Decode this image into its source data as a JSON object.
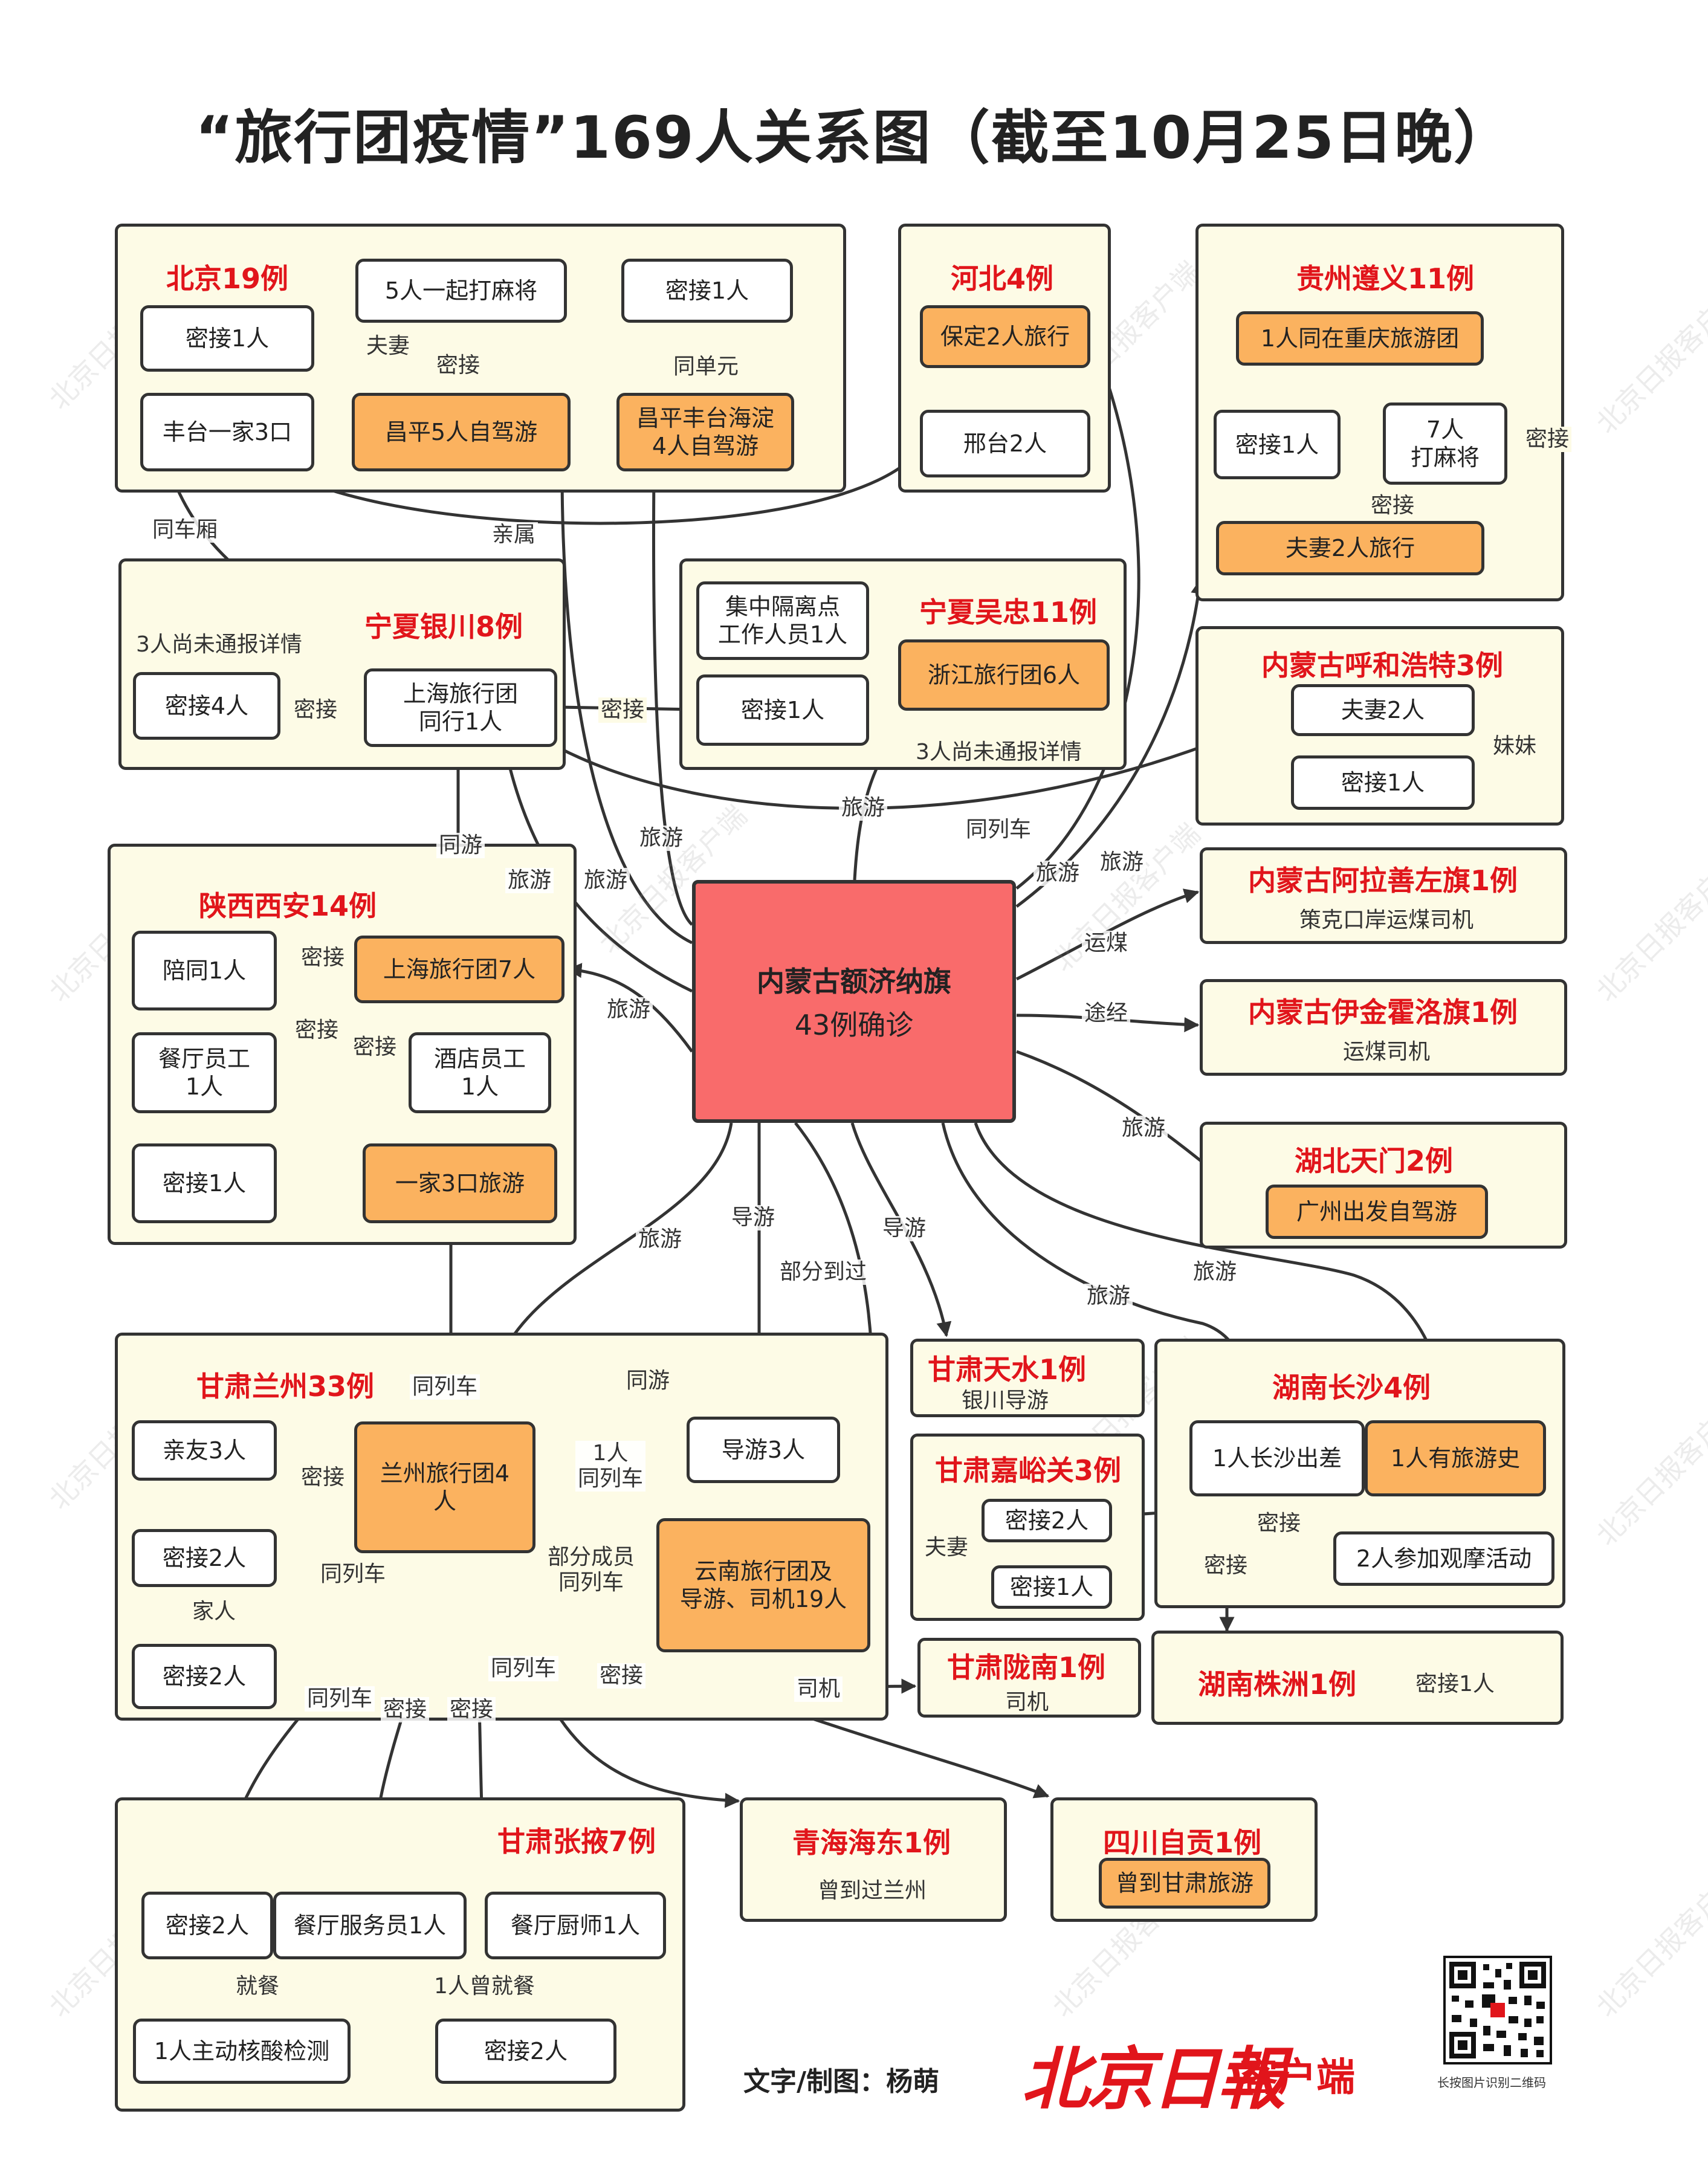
{
  "title": "“旅行团疫情”169人关系图（截至10月25日晚）",
  "center": {
    "line1": "内蒙古额济纳旗",
    "line2": "43例确诊"
  },
  "regions": {
    "beijing": "北京19例",
    "hebei": "河北4例",
    "guizhou": "贵州遵义11例",
    "yinchuan": "宁夏银川8例",
    "wuzhong": "宁夏吴忠11例",
    "hohhot": "内蒙古呼和浩特3例",
    "alxa": "内蒙古阿拉善左旗1例",
    "ejin_horo": "内蒙古伊金霍洛旗1例",
    "xian": "陕西西安14例",
    "tianmen": "湖北天门2例",
    "lanzhou": "甘肃兰州33例",
    "tianshui": "甘肃天水1例",
    "jiayuguan": "甘肃嘉峪关3例",
    "changsha": "湖南长沙4例",
    "longnan": "甘肃陇南1例",
    "zhuzhou": "湖南株洲1例",
    "zhangye": "甘肃张掖7例",
    "haidong": "青海海东1例",
    "zigong": "四川自贡1例"
  },
  "nodes": {
    "bj_close1": "密接1人",
    "bj_mahjong": "5人一起打麻将",
    "bj_close2": "密接1人",
    "bj_fengtai": "丰台一家3口",
    "bj_changping5": "昌平5人自驾游",
    "bj_cp4": "昌平丰台海淀\n4人自驾游",
    "hb_baoding": "保定2人旅行",
    "hb_xingtai": "邢台2人",
    "gz_tour": "1人同在重庆旅游团",
    "gz_close": "密接1人",
    "gz_mahjong": "7人\n打麻将",
    "gz_couple": "夫妻2人旅行",
    "yc_close4": "密接4人",
    "yc_shanghai": "上海旅行团\n同行1人",
    "wz_quarantine": "集中隔离点\n工作人员1人",
    "wz_close": "密接1人",
    "wz_zhejiang": "浙江旅行团6人",
    "hh_couple": "夫妻2人",
    "hh_close": "密接1人",
    "alxa_sub": "策克口岸运煤司机",
    "ejh_sub": "运煤司机",
    "xa_companion": "陪同1人",
    "xa_shanghai7": "上海旅行团7人",
    "xa_restaurant": "餐厅员工\n1人",
    "xa_hotel": "酒店员工\n1人",
    "xa_close": "密接1人",
    "xa_family": "一家3口旅游",
    "tm_guangzhou": "广州出发自驾游",
    "lz_relatives": "亲友3人",
    "lz_tour4": "兰州旅行团4\n人",
    "lz_guide3": "导游3人",
    "lz_close2a": "密接2人",
    "lz_close2b": "密接2人",
    "lz_yunnan": "云南旅行团及\n导游、司机19人",
    "ts_sub": "银川导游",
    "jyg_close2": "密接2人",
    "jyg_close1": "密接1人",
    "cs_business": "1人长沙出差",
    "cs_travel": "1人有旅游史",
    "cs_observe": "2人参加观摩活动",
    "ln_sub": "司机",
    "zz_close": "密接1人",
    "zy_close2": "密接2人",
    "zy_waiter": "餐厅服务员1人",
    "zy_chef": "餐厅厨师1人",
    "zy_test": "1人主动核酸检测",
    "zy_close2b": "密接2人",
    "hd_sub": "曾到过兰州",
    "zg_sub": "曾到甘肃旅游"
  },
  "edge_labels": {
    "spouse": "夫妻",
    "contact": "密接",
    "same_unit": "同单元",
    "same_carriage": "同车厢",
    "relatives": "亲属",
    "travel": "旅游",
    "same_train": "同列车",
    "companion": "同游",
    "coal": "运煤",
    "via": "途经",
    "guide": "导游",
    "passed": "部分到过",
    "sister": "妹妹",
    "family": "家人",
    "one_train": "1人\n同列车",
    "partial_train": "部分成员\n同列车",
    "driver": "司机",
    "dined": "就餐",
    "one_dined": "1人曾就餐"
  },
  "notes": {
    "yc_unreported": "3人尚未通报详情",
    "wz_unreported": "3人尚未通报详情"
  },
  "footer": {
    "credit": "文字/制图：杨萌",
    "logo": "北京日報",
    "logo_suffix": "客户端",
    "qr_caption": "长按图片识别二维码",
    "watermark": "北京日报客户端"
  },
  "colors": {
    "region_title": "#e1151b",
    "orange": "#fbb25f",
    "center": "#f96b6b",
    "region_bg": "#fdfbe6"
  }
}
